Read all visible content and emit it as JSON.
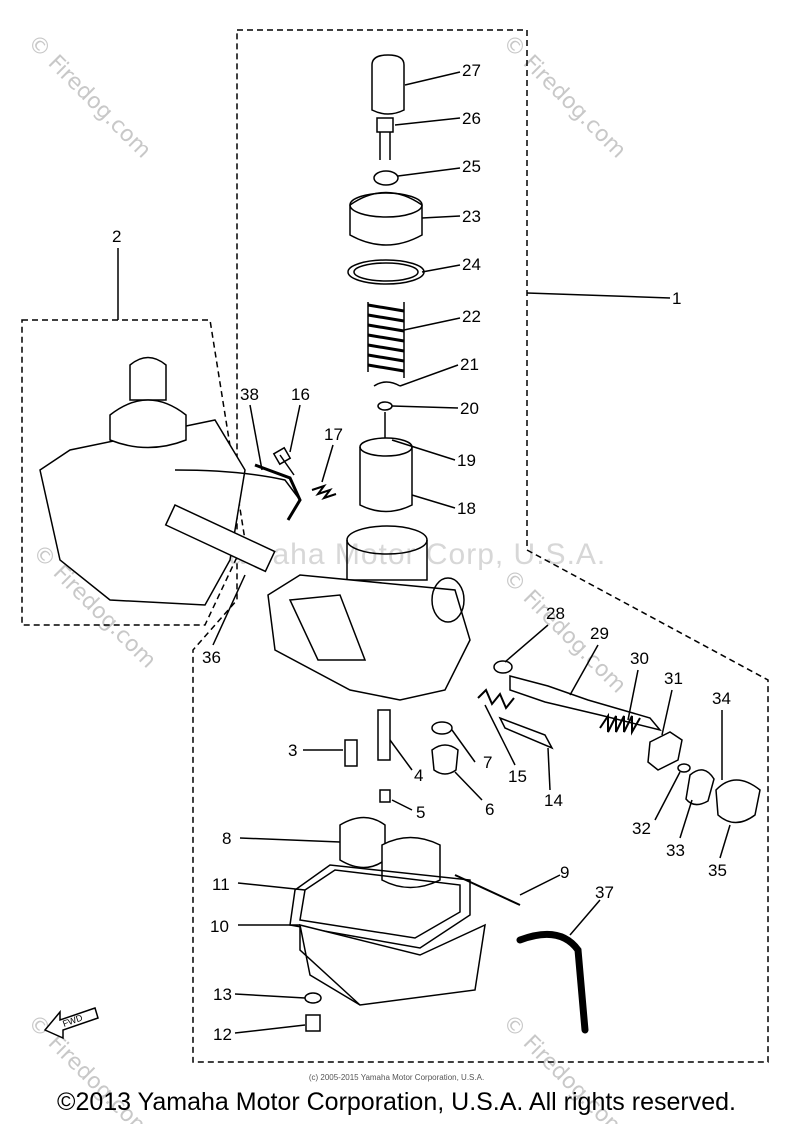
{
  "diagram": {
    "part_labels": {
      "p1": "1",
      "p2": "2",
      "p3": "3",
      "p4": "4",
      "p5": "5",
      "p6": "6",
      "p7": "7",
      "p8": "8",
      "p9": "9",
      "p10": "10",
      "p11": "11",
      "p12": "12",
      "p13": "13",
      "p14": "14",
      "p15": "15",
      "p16": "16",
      "p17": "17",
      "p18": "18",
      "p19": "19",
      "p20": "20",
      "p21": "21",
      "p22": "22",
      "p23": "23",
      "p24": "24",
      "p25": "25",
      "p26": "26",
      "p27": "27",
      "p28": "28",
      "p29": "29",
      "p30": "30",
      "p31": "31",
      "p32": "32",
      "p33": "33",
      "p34": "34",
      "p35": "35",
      "p36": "36",
      "p37": "37",
      "p38": "38"
    },
    "fwd_tag": "FWD",
    "faint_text": "Yamaha Motor Corp, U.S.A."
  },
  "watermarks": {
    "text": "© Firedog.com"
  },
  "copyright": {
    "small": "(c) 2005-2015 Yamaha Motor Corporation, U.S.A.",
    "main": "©2013 Yamaha Motor Corporation, U.S.A. All rights reserved."
  }
}
